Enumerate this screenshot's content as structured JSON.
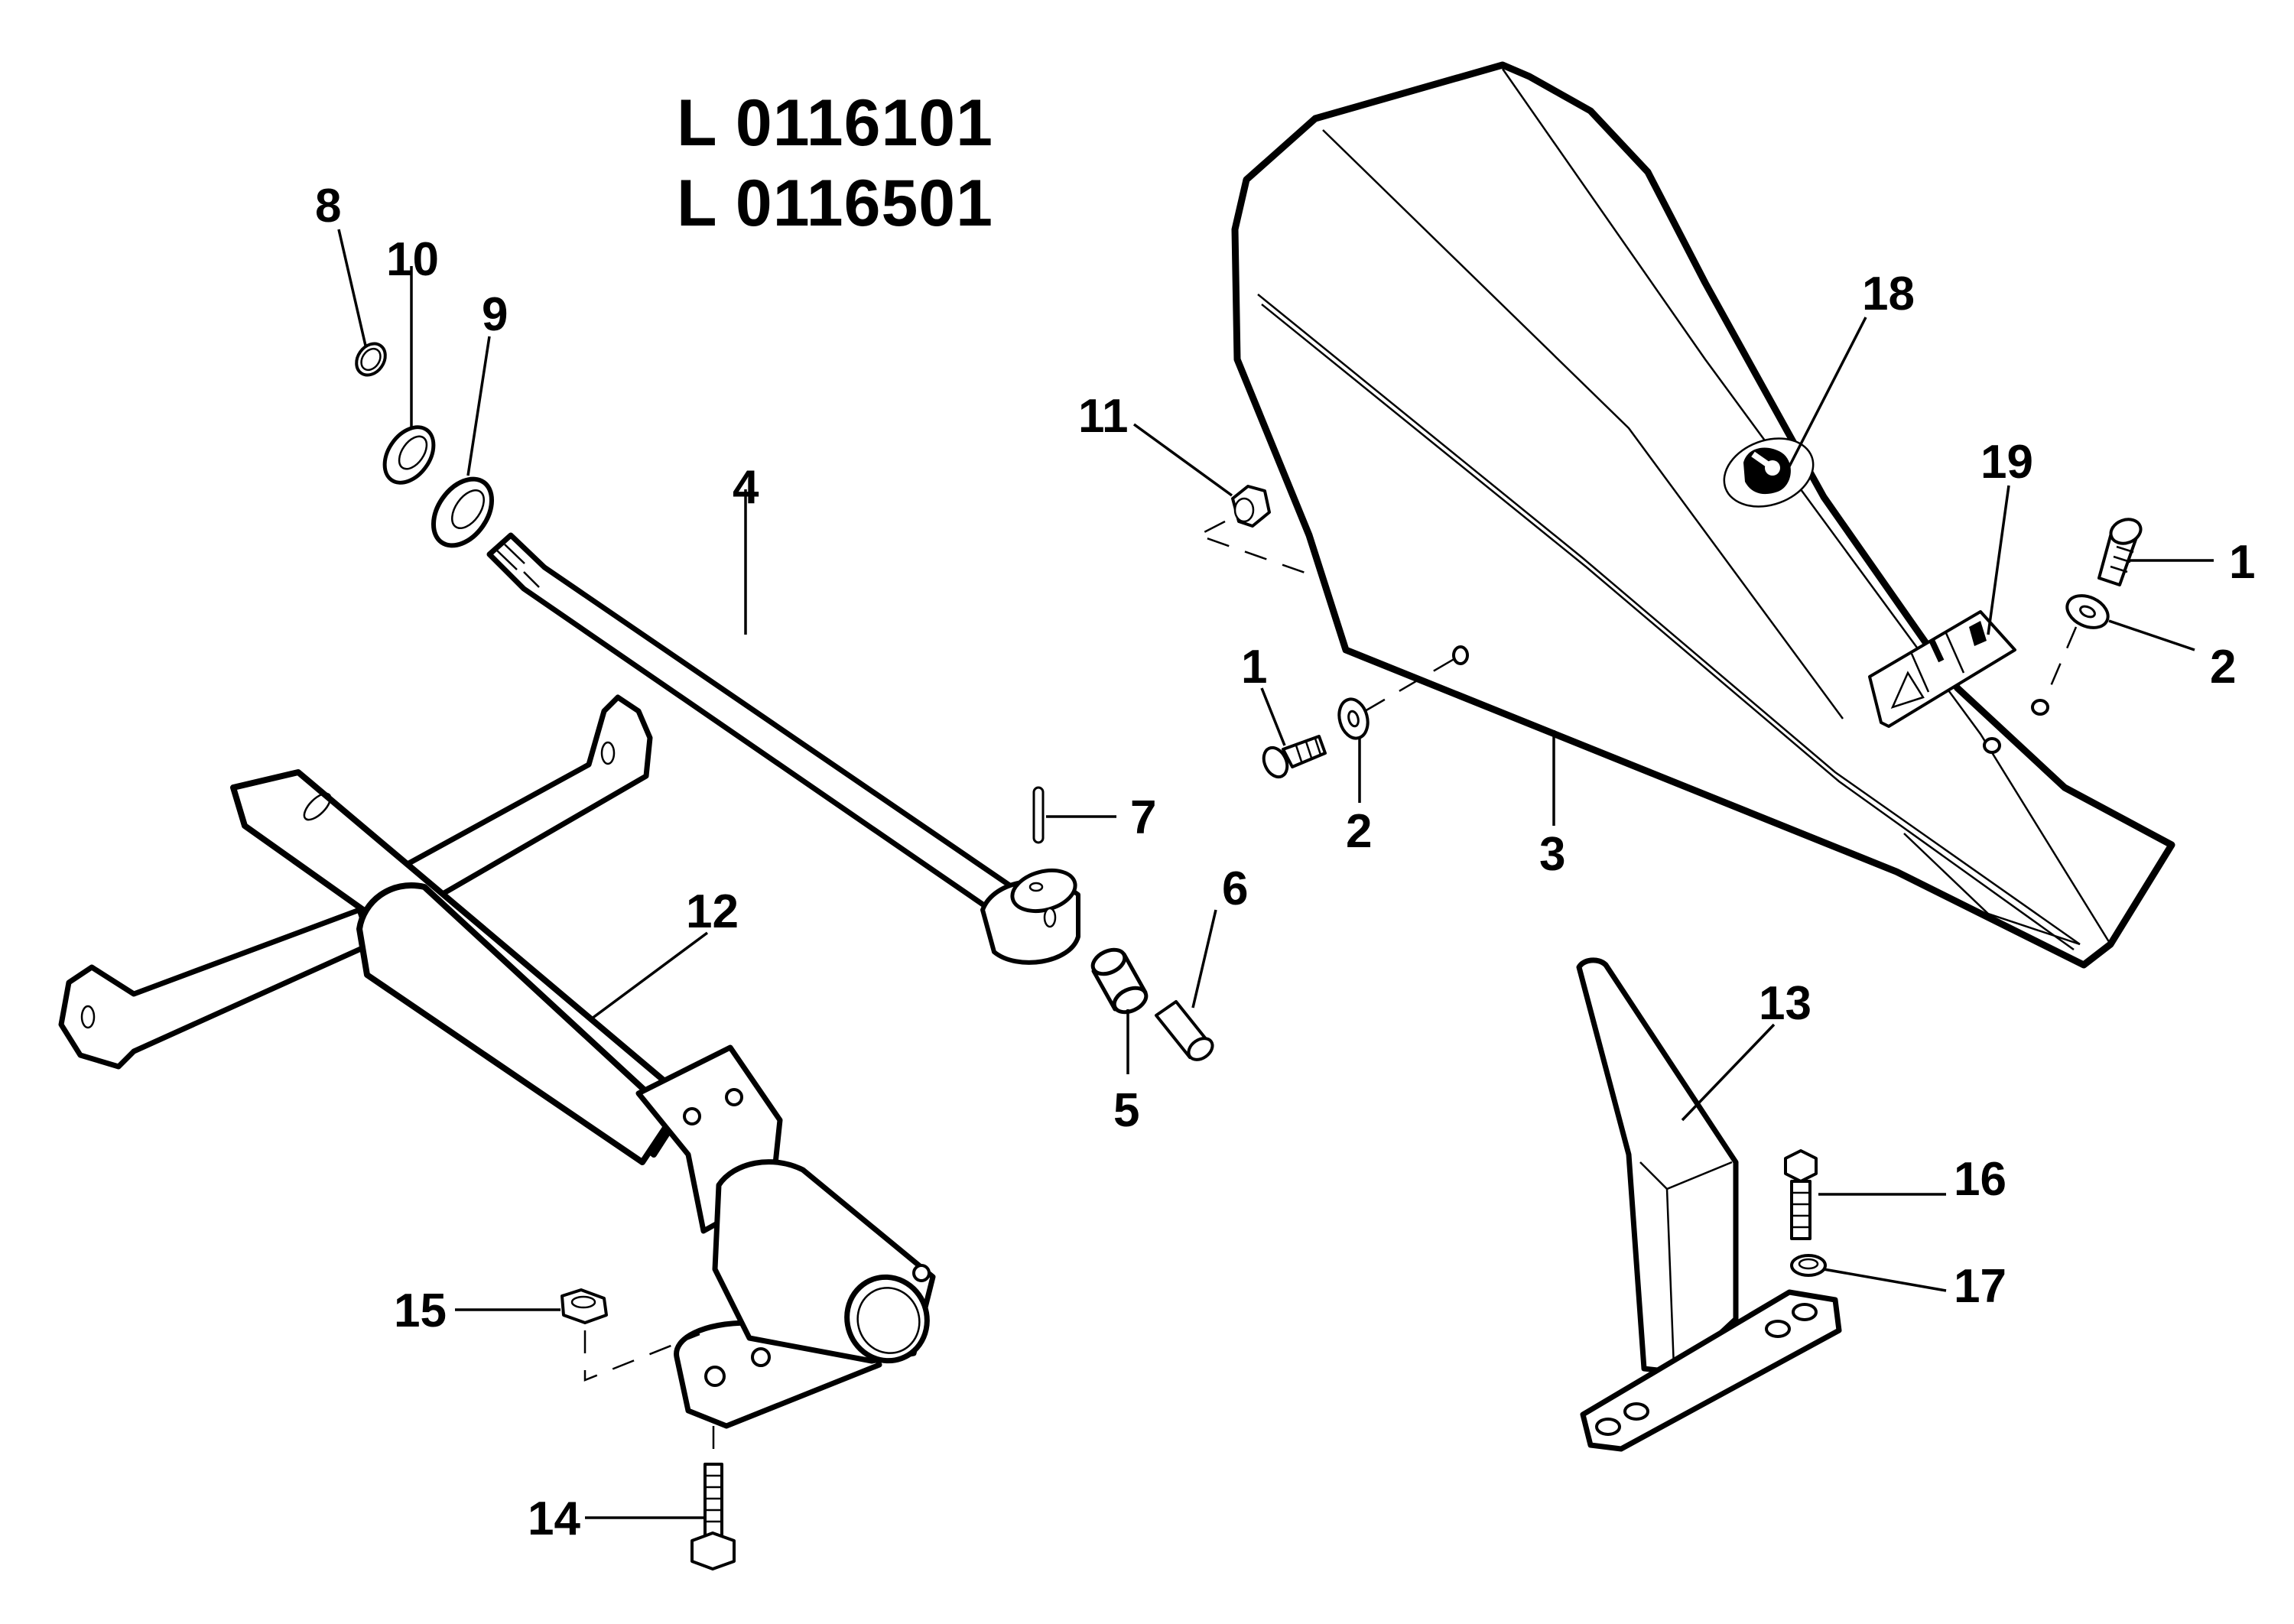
{
  "diagram": {
    "title_lines": [
      "L 0116101",
      "L 0116501"
    ],
    "parts": [
      {
        "ref": "1",
        "name": "screw"
      },
      {
        "ref": "2",
        "name": "washer"
      },
      {
        "ref": "3",
        "name": "guard"
      },
      {
        "ref": "4",
        "name": "shaft"
      },
      {
        "ref": "5",
        "name": "bushing"
      },
      {
        "ref": "6",
        "name": "sleeve"
      },
      {
        "ref": "7",
        "name": "pin"
      },
      {
        "ref": "8",
        "name": "circlip"
      },
      {
        "ref": "9",
        "name": "bearing"
      },
      {
        "ref": "10",
        "name": "bearing"
      },
      {
        "ref": "11",
        "name": "nut"
      },
      {
        "ref": "12",
        "name": "frame"
      },
      {
        "ref": "13",
        "name": "bracket"
      },
      {
        "ref": "14",
        "name": "bolt"
      },
      {
        "ref": "15",
        "name": "nut"
      },
      {
        "ref": "16",
        "name": "bolt"
      },
      {
        "ref": "17",
        "name": "spring-washer"
      },
      {
        "ref": "18",
        "name": "logo-decal"
      },
      {
        "ref": "19",
        "name": "warning-decal"
      }
    ],
    "callouts": {
      "c1_right": "1",
      "c1_left": "1",
      "c2_right": "2",
      "c2_left": "2",
      "c3": "3",
      "c4": "4",
      "c5": "5",
      "c6": "6",
      "c7": "7",
      "c8": "8",
      "c9": "9",
      "c10": "10",
      "c11": "11",
      "c12": "12",
      "c13": "13",
      "c14": "14",
      "c15": "15",
      "c16": "16",
      "c17": "17",
      "c18": "18",
      "c19": "19"
    },
    "line_color": "#000000",
    "background": "#ffffff"
  }
}
